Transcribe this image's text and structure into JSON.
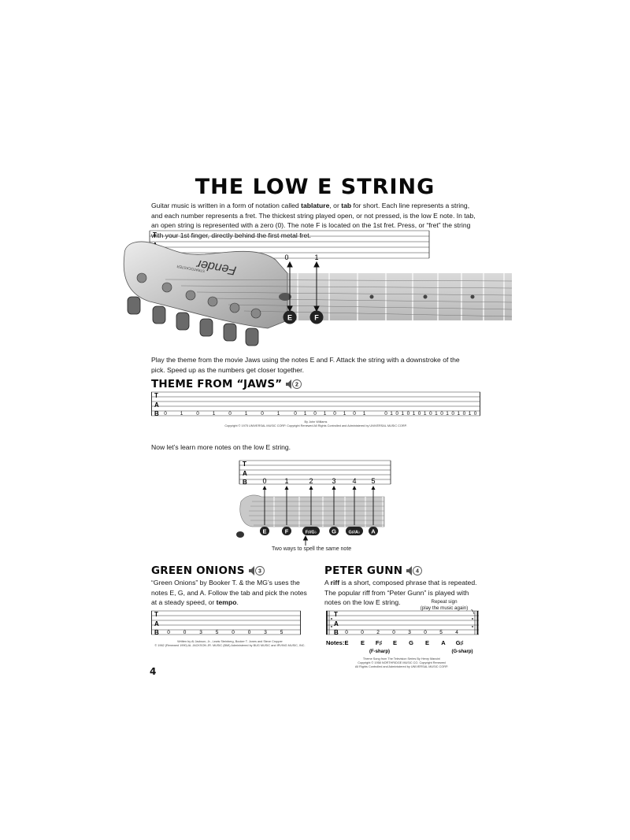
{
  "page": {
    "title": "THE LOW E STRING",
    "intro": {
      "part1": "Guitar music is written in a form of notation called ",
      "bold1": "tablature",
      "part2": ", or ",
      "bold2": "tab",
      "part3": " for short. Each line represents a string, and each number represents a fret. The thickest string played open, or not pressed, is the low E note. In tab, an open string is represented with a zero (0). The note F is located on the 1st fret. Press, or “fret” the string with your 1st finger, directly behind the first metal fret."
    },
    "page_number": "4",
    "tab_letters": [
      "T",
      "A",
      "B"
    ]
  },
  "fig1": {
    "fret_numbers": [
      "0",
      "1"
    ],
    "notes": [
      "E",
      "F"
    ],
    "brand_logo_text": "Fender",
    "model_logo_text": "STRATOCASTER"
  },
  "jaws": {
    "instruction": "Play the theme from the movie Jaws using the notes E and F. Attack the string with a downstroke of the pick. Speed up as the numbers get closer together.",
    "heading": "THEME FROM “JAWS”",
    "track": "2",
    "tab_numbers": [
      "0",
      "1",
      "0",
      "1",
      "0",
      "1",
      "0",
      "1",
      "0",
      "1",
      "0",
      "1",
      "0",
      "1",
      "0",
      "1",
      "0",
      "1",
      "0",
      "1",
      "0",
      "1",
      "0",
      "1",
      "0",
      "1",
      "0",
      "1",
      "0",
      "1",
      "0",
      "1",
      "0"
    ],
    "credit_line1": "By John Williams",
    "credit_line2": "Copyright © 1975 UNIVERSAL MUSIC CORP. Copyright Renewed All Rights Controlled and Administered by UNIVERSAL MUSIC CORP."
  },
  "more_notes": {
    "intro": "Now let’s learn more notes on the low E string.",
    "fret_numbers": [
      "0",
      "1",
      "2",
      "3",
      "4",
      "5"
    ],
    "notes": [
      "E",
      "F",
      "F♯/G♭",
      "G",
      "G♯/A♭",
      "A"
    ],
    "caption": "Two ways to spell the same note"
  },
  "green_onions": {
    "heading": "GREEN ONIONS",
    "track": "3",
    "text_part1": "“Green Onions” by Booker T. & the MG’s uses the notes E, G, and A. Follow the tab and pick the notes at a steady speed, or ",
    "text_bold": "tempo",
    "text_part2": ".",
    "tab_numbers": [
      "0",
      "0",
      "3",
      "5",
      "0",
      "0",
      "3",
      "5"
    ],
    "credit_line1": "Written by Al Jackson, Jr., Lewis Steinberg, Booker T. Jones and Steve Cropper",
    "credit_line2": "© 1962 (Renewed 1990) AL JACKSON JR. MUSIC (BMI) Administered by BUG MUSIC and IRVING MUSIC, INC."
  },
  "peter_gunn": {
    "heading": "PETER GUNN",
    "track": "4",
    "text_part1": "A ",
    "text_bold": "riff",
    "text_part2": " is a short, composed phrase that is repeated. The popular riff from “Peter Gunn” is played with notes on the low E string.",
    "repeat_sign_line1": "Repeat sign",
    "repeat_sign_line2": "(play the music again)",
    "tab_numbers": [
      "0",
      "0",
      "2",
      "0",
      "3",
      "0",
      "5",
      "4"
    ],
    "notes_label": "Notes:",
    "notes": [
      "E",
      "E",
      "F♯",
      "E",
      "G",
      "E",
      "A",
      "G♯"
    ],
    "note_sub_labels": [
      "(F-sharp)",
      "(G-sharp)"
    ],
    "credit_line1": "Theme Song from The Television Series  By Henry Mancini",
    "credit_line2": "Copyright © 1958 NORTHRIDGE MUSIC CO.  Copyright Renewed",
    "credit_line3": "All Rights Controlled and Administered by UNIVERSAL MUSIC CORP."
  },
  "colors": {
    "text": "#111111",
    "note_circle": "#222222",
    "fretboard": "#c8c8c8",
    "headstock": "#d4d4d4",
    "tuner": "#6a6a6a"
  }
}
